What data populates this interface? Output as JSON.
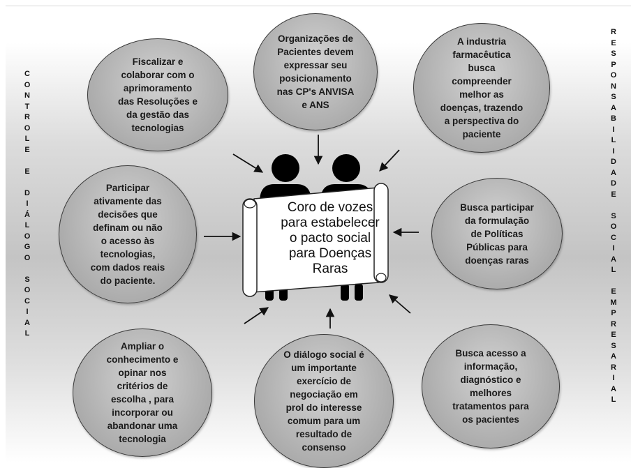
{
  "left_vertical_label": "C\nO\nN\nT\nR\nO\nL\nE\n\nE\n\nD\nI\nÁ\nL\nO\nG\nO\n\nS\nO\nC\nI\nA\nL",
  "right_vertical_label": "R\nE\nS\nP\nO\nN\nS\nA\nB\nI\nL\nI\nD\nA\nD\nE\n\nS\nO\nC\nI\nA\nL\n\nE\nM\nP\nR\nE\nS\nA\nR\nI\nA\nL",
  "center_scroll_text": "Coro de vozes\npara estabelecer\no pacto social\npara Doenças\nRaras",
  "bubbles": {
    "top_left": "Fiscalizar e\ncolaborar com o\naprimoramento\ndas Resoluções e\nda gestão das\ntecnologias",
    "top_center": "Organizações de\nPacientes devem\nexpressar seu\nposicionamento\nnas CP's ANVISA\ne ANS",
    "top_right": "A industria\nfarmacêutica\nbusca\ncompreender\nmelhor as\ndoenças, trazendo\na perspectiva do\npaciente",
    "middle_left": "Participar\nativamente das\ndecisões que\ndefinam ou não\no acesso às\ntecnologias,\ncom dados reais\ndo paciente.",
    "middle_right": "Busca participar\nda formulação\nde Políticas\nPúblicas para\ndoenças raras",
    "bottom_left": "Ampliar o\nconhecimento e\nopinar nos\ncritérios de\nescolha , para\nincorporar ou\nabandonar uma\ntecnologia",
    "bottom_center": "O diálogo social é\num importante\nexercício de\nnegociação em\nprol do interesse\ncomum para um\nresultado de\nconsenso",
    "bottom_right": "Busca acesso a\ninformação,\ndiagnóstico e\nmelhores\ntratamentos para\nos pacientes"
  },
  "colors": {
    "bubble_fill": "#b4b4b4",
    "bubble_border": "#3a3a3a",
    "figure_fill": "#000000",
    "scroll_fill": "#ffffff"
  }
}
